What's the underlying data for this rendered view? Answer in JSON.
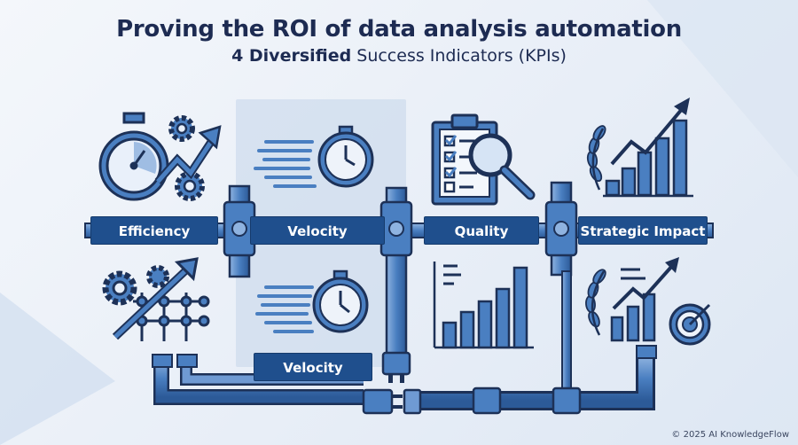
{
  "header": {
    "title": "Proving the ROI of data analysis automation",
    "subtitle_bold": "4 Diversified",
    "subtitle_rest": " Success Indicators (KPIs)"
  },
  "labels": {
    "efficiency": "Efficiency",
    "velocity": "Velocity",
    "quality": "Quality",
    "strategic_impact": "Strategic Impact",
    "velocity_lower": "Velocity"
  },
  "footer": {
    "copyright": "© 2025 AI KnowledgeFlow"
  },
  "colors": {
    "navy": "#1d2b52",
    "label_blue": "#1f4f8d",
    "icon_blue": "#4a7fc1",
    "icon_light": "#c9dbf1",
    "outline": "#1d3157"
  },
  "icons": [
    "stopwatch-icon",
    "gear-icon",
    "trend-arrow-icon",
    "speed-stopwatch-icon",
    "clipboard-checklist-icon",
    "magnifier-icon",
    "laurel-bar-chart-icon",
    "target-icon",
    "network-icon",
    "pipe-connector-icon",
    "power-plug-icon"
  ]
}
